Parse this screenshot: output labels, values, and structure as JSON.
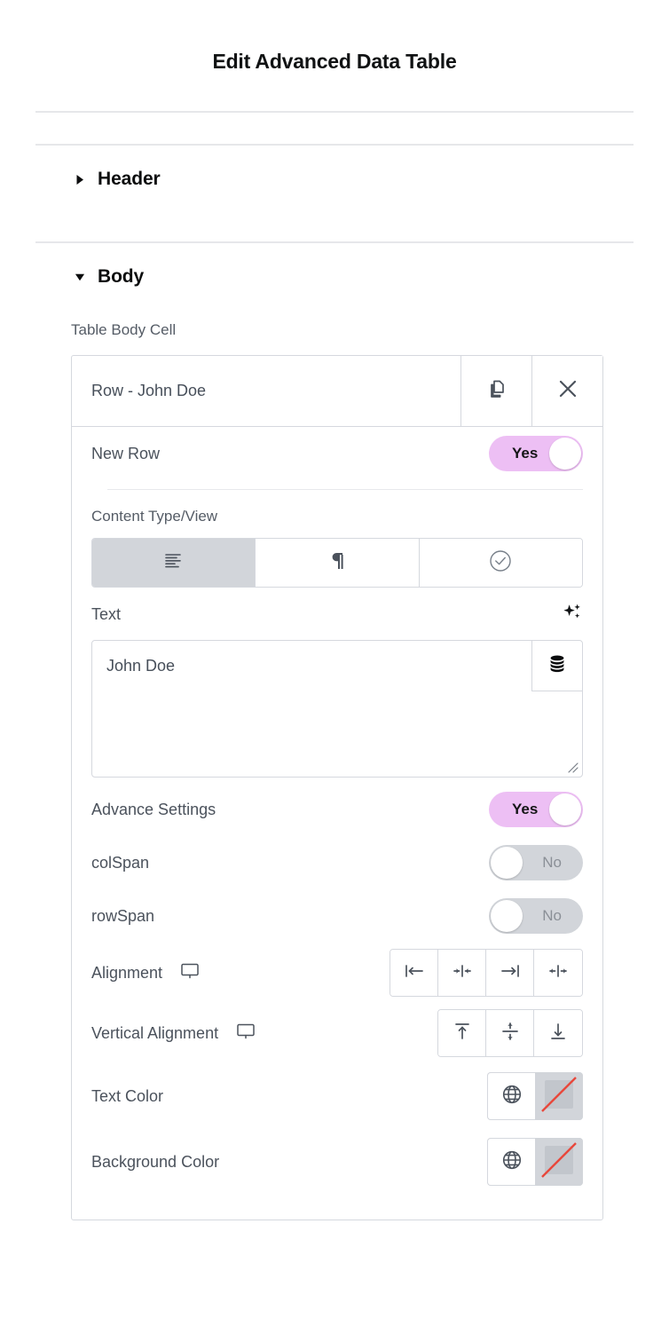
{
  "panel": {
    "title": "Edit Advanced Data Table"
  },
  "sections": [
    {
      "label": "Header",
      "expanded": false,
      "icon": "caret-right-icon"
    },
    {
      "label": "Body",
      "expanded": true,
      "icon": "caret-down-icon"
    }
  ],
  "body": {
    "repeater_label": "Table Body Cell",
    "item": {
      "title": "Row - John Doe",
      "duplicate_icon": "copy-icon",
      "remove_icon": "close-icon"
    },
    "new_row": {
      "label": "New Row",
      "value": "Yes",
      "state": "on"
    },
    "content_type": {
      "label": "Content Type/View",
      "options": [
        {
          "name": "align-left-icon",
          "active": true
        },
        {
          "name": "pilcrow-icon",
          "active": false
        },
        {
          "name": "check-circle-icon",
          "active": false
        }
      ]
    },
    "text": {
      "label": "Text",
      "ai_icon": "sparkle-icon",
      "value": "John Doe",
      "placeholder": "",
      "dynamic_icon": "database-icon"
    },
    "advance_settings": {
      "label": "Advance Settings",
      "value": "Yes",
      "state": "on"
    },
    "col_span": {
      "label": "colSpan",
      "value": "No",
      "state": "off"
    },
    "row_span": {
      "label": "rowSpan",
      "value": "No",
      "state": "off"
    },
    "alignment": {
      "label": "Alignment",
      "device_icon": "desktop-icon",
      "options": [
        {
          "name": "align-start-icon"
        },
        {
          "name": "align-center-icon"
        },
        {
          "name": "align-end-icon"
        },
        {
          "name": "align-stretch-icon"
        }
      ]
    },
    "vertical_alignment": {
      "label": "Vertical Alignment",
      "device_icon": "desktop-icon",
      "options": [
        {
          "name": "align-top-icon"
        },
        {
          "name": "align-middle-icon"
        },
        {
          "name": "align-bottom-icon"
        }
      ]
    },
    "text_color": {
      "label": "Text Color",
      "global_icon": "globe-icon",
      "swatch": "none",
      "swatch_icon": "no-color-icon"
    },
    "background_color": {
      "label": "Background Color",
      "global_icon": "globe-icon",
      "swatch": "none",
      "swatch_icon": "no-color-icon"
    }
  },
  "colors": {
    "toggle_on": "#edbff4",
    "toggle_off": "#d2d5da",
    "border": "#d5d8de",
    "text": "#4b525c",
    "no_color_slash": "#e8483c"
  }
}
